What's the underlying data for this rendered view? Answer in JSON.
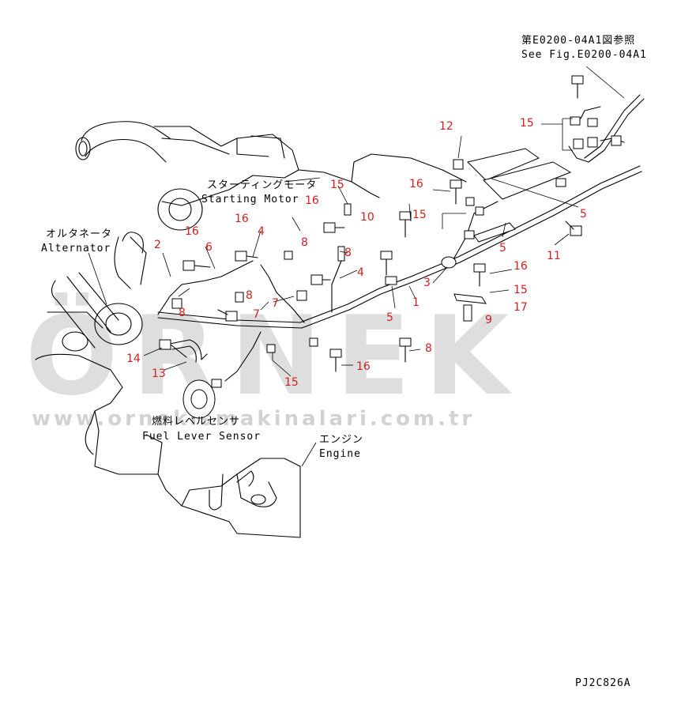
{
  "labels": {
    "ref_jp": "第E0200-04A1図参照",
    "ref_en": "See Fig.E0200-04A1",
    "starter_jp": "スターティングモータ",
    "starter_en": "Starting Motor",
    "alternator_jp": "オルタネータ",
    "alternator_en": "Alternator",
    "fuel_sensor_jp": "燃料レベルセンサ",
    "fuel_sensor_en": "Fuel Lever Sensor",
    "engine_jp": "エンジン",
    "engine_en": "Engine",
    "figure_code": "PJ2C826A"
  },
  "watermark": {
    "brand": "ÖRNEK",
    "url": "www.ornekismakinalari.com.tr"
  },
  "callouts": [
    {
      "id": "c12",
      "text": "12"
    },
    {
      "id": "c15a",
      "text": "15"
    },
    {
      "id": "c16a",
      "text": "16"
    },
    {
      "id": "c15b",
      "text": "15"
    },
    {
      "id": "c16b",
      "text": "16"
    },
    {
      "id": "c10",
      "text": "10"
    },
    {
      "id": "c15c",
      "text": "15"
    },
    {
      "id": "c5a",
      "text": "5"
    },
    {
      "id": "c16c",
      "text": "16"
    },
    {
      "id": "c4a",
      "text": "4"
    },
    {
      "id": "c16d",
      "text": "16"
    },
    {
      "id": "c2",
      "text": "2"
    },
    {
      "id": "c6",
      "text": "6"
    },
    {
      "id": "c8a",
      "text": "8"
    },
    {
      "id": "c8b",
      "text": "8"
    },
    {
      "id": "c4b",
      "text": "4"
    },
    {
      "id": "c5b",
      "text": "5"
    },
    {
      "id": "c11",
      "text": "11"
    },
    {
      "id": "c3",
      "text": "3"
    },
    {
      "id": "c16e",
      "text": "16"
    },
    {
      "id": "c15d",
      "text": "15"
    },
    {
      "id": "c17",
      "text": "17"
    },
    {
      "id": "c9",
      "text": "9"
    },
    {
      "id": "c1",
      "text": "1"
    },
    {
      "id": "c5c",
      "text": "5"
    },
    {
      "id": "c7a",
      "text": "7"
    },
    {
      "id": "c7b",
      "text": "7"
    },
    {
      "id": "c8c",
      "text": "8"
    },
    {
      "id": "c8d",
      "text": "8"
    },
    {
      "id": "c16f",
      "text": "16"
    },
    {
      "id": "c15e",
      "text": "15"
    },
    {
      "id": "c14",
      "text": "14"
    },
    {
      "id": "c13",
      "text": "13"
    },
    {
      "id": "c8e",
      "text": "8"
    }
  ],
  "colors": {
    "callout": "#d21f1f",
    "line": "#000000",
    "watermark": "#8a8a8a"
  }
}
